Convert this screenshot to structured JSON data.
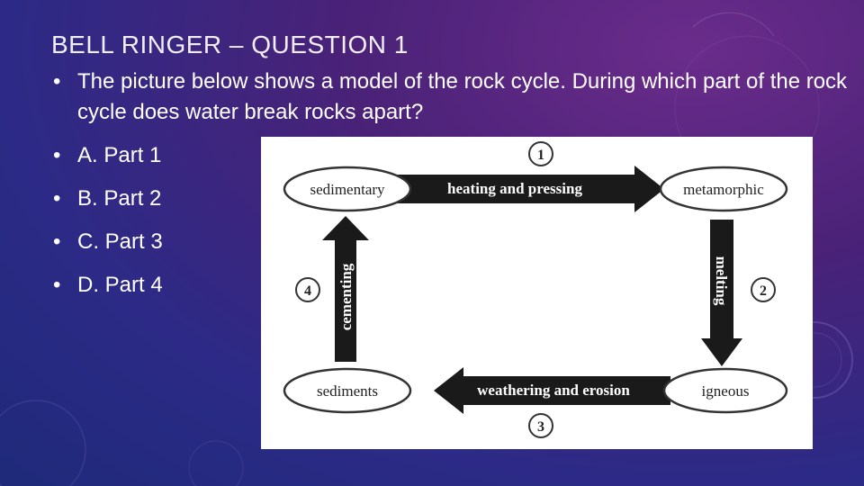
{
  "slide": {
    "title": "BELL RINGER – QUESTION 1",
    "question": "The picture below shows a model of the rock cycle.  During which part of the rock cycle does water break rocks apart?",
    "options": [
      {
        "text": "A.  Part 1"
      },
      {
        "text": "B.  Part 2"
      },
      {
        "text": "C.  Part 3"
      },
      {
        "text": "D.  Part 4"
      }
    ]
  },
  "diagram": {
    "nodes": {
      "sedimentary": "sedimentary",
      "metamorphic": "metamorphic",
      "igneous": "igneous",
      "sediments": "sediments"
    },
    "processes": {
      "top": "heating and pressing",
      "right": "melting",
      "bottom": "weathering and erosion",
      "left": "cementing"
    },
    "parts": {
      "p1": "1",
      "p2": "2",
      "p3": "3",
      "p4": "4"
    }
  }
}
